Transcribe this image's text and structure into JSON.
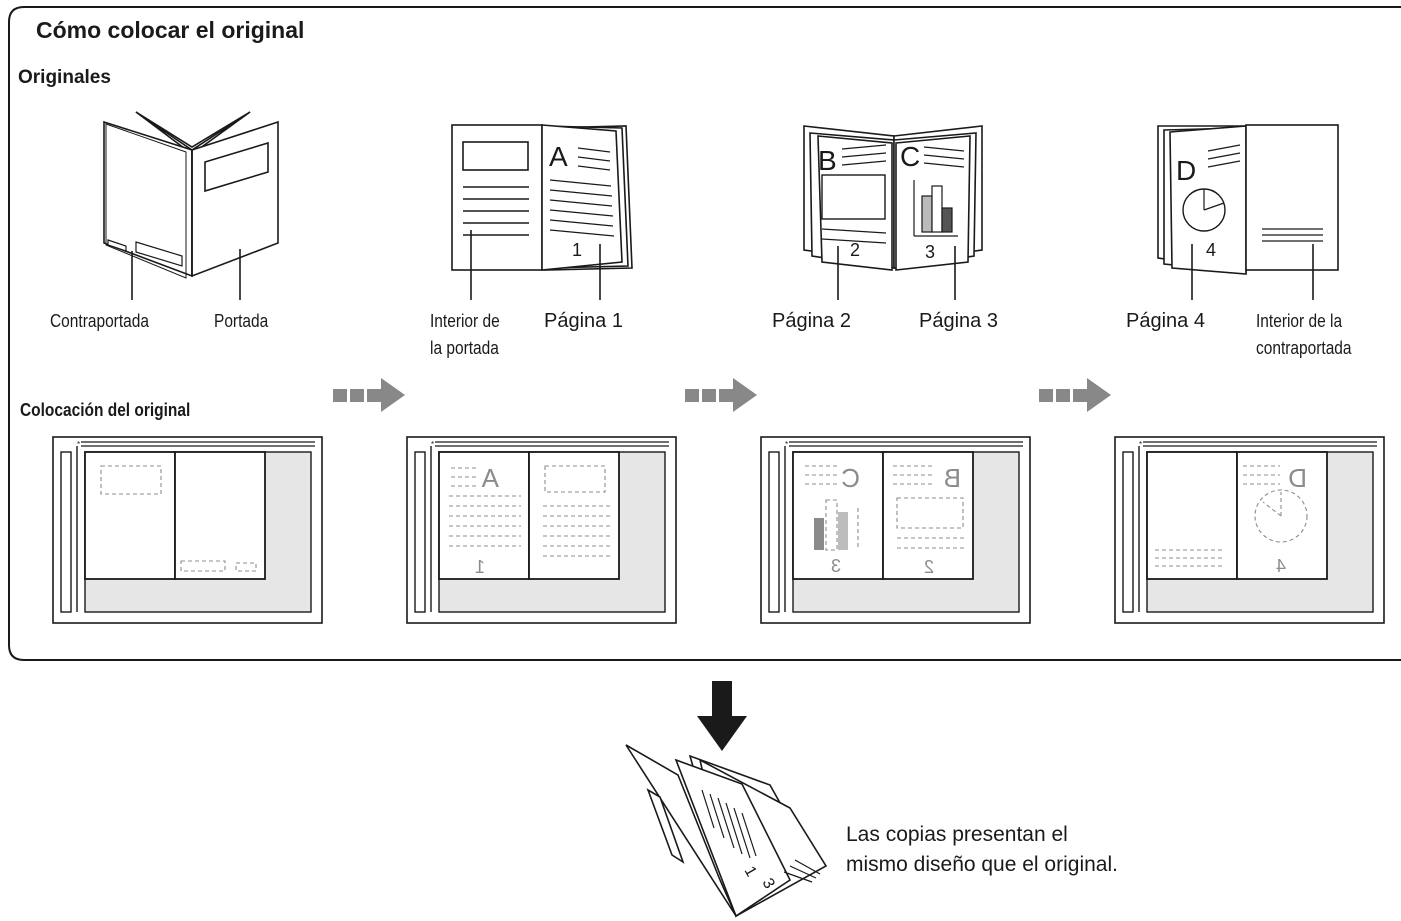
{
  "title": "Cómo colocar el original",
  "originals_heading": "Originales",
  "placement_heading": "Colocación del original",
  "labels": {
    "back_cover": "Contraportada",
    "front_cover": "Portada",
    "inside_front_1": "Interior de",
    "inside_front_2": "la portada",
    "page1": "Página 1",
    "page2": "Página 2",
    "page3": "Página 3",
    "page4": "Página 4",
    "inside_back_1": "Interior de la",
    "inside_back_2": "contraportada"
  },
  "page_letters": [
    "A",
    "B",
    "C",
    "D"
  ],
  "page_numbers": [
    "1",
    "2",
    "3",
    "4"
  ],
  "result_text": "Las copias presentan el\nmismo diseño que el original.",
  "colors": {
    "stroke": "#1a1a1a",
    "arrow_gray": "#888888",
    "glass_gray": "#e6e6e6",
    "dash_gray": "#8c8c8c"
  }
}
